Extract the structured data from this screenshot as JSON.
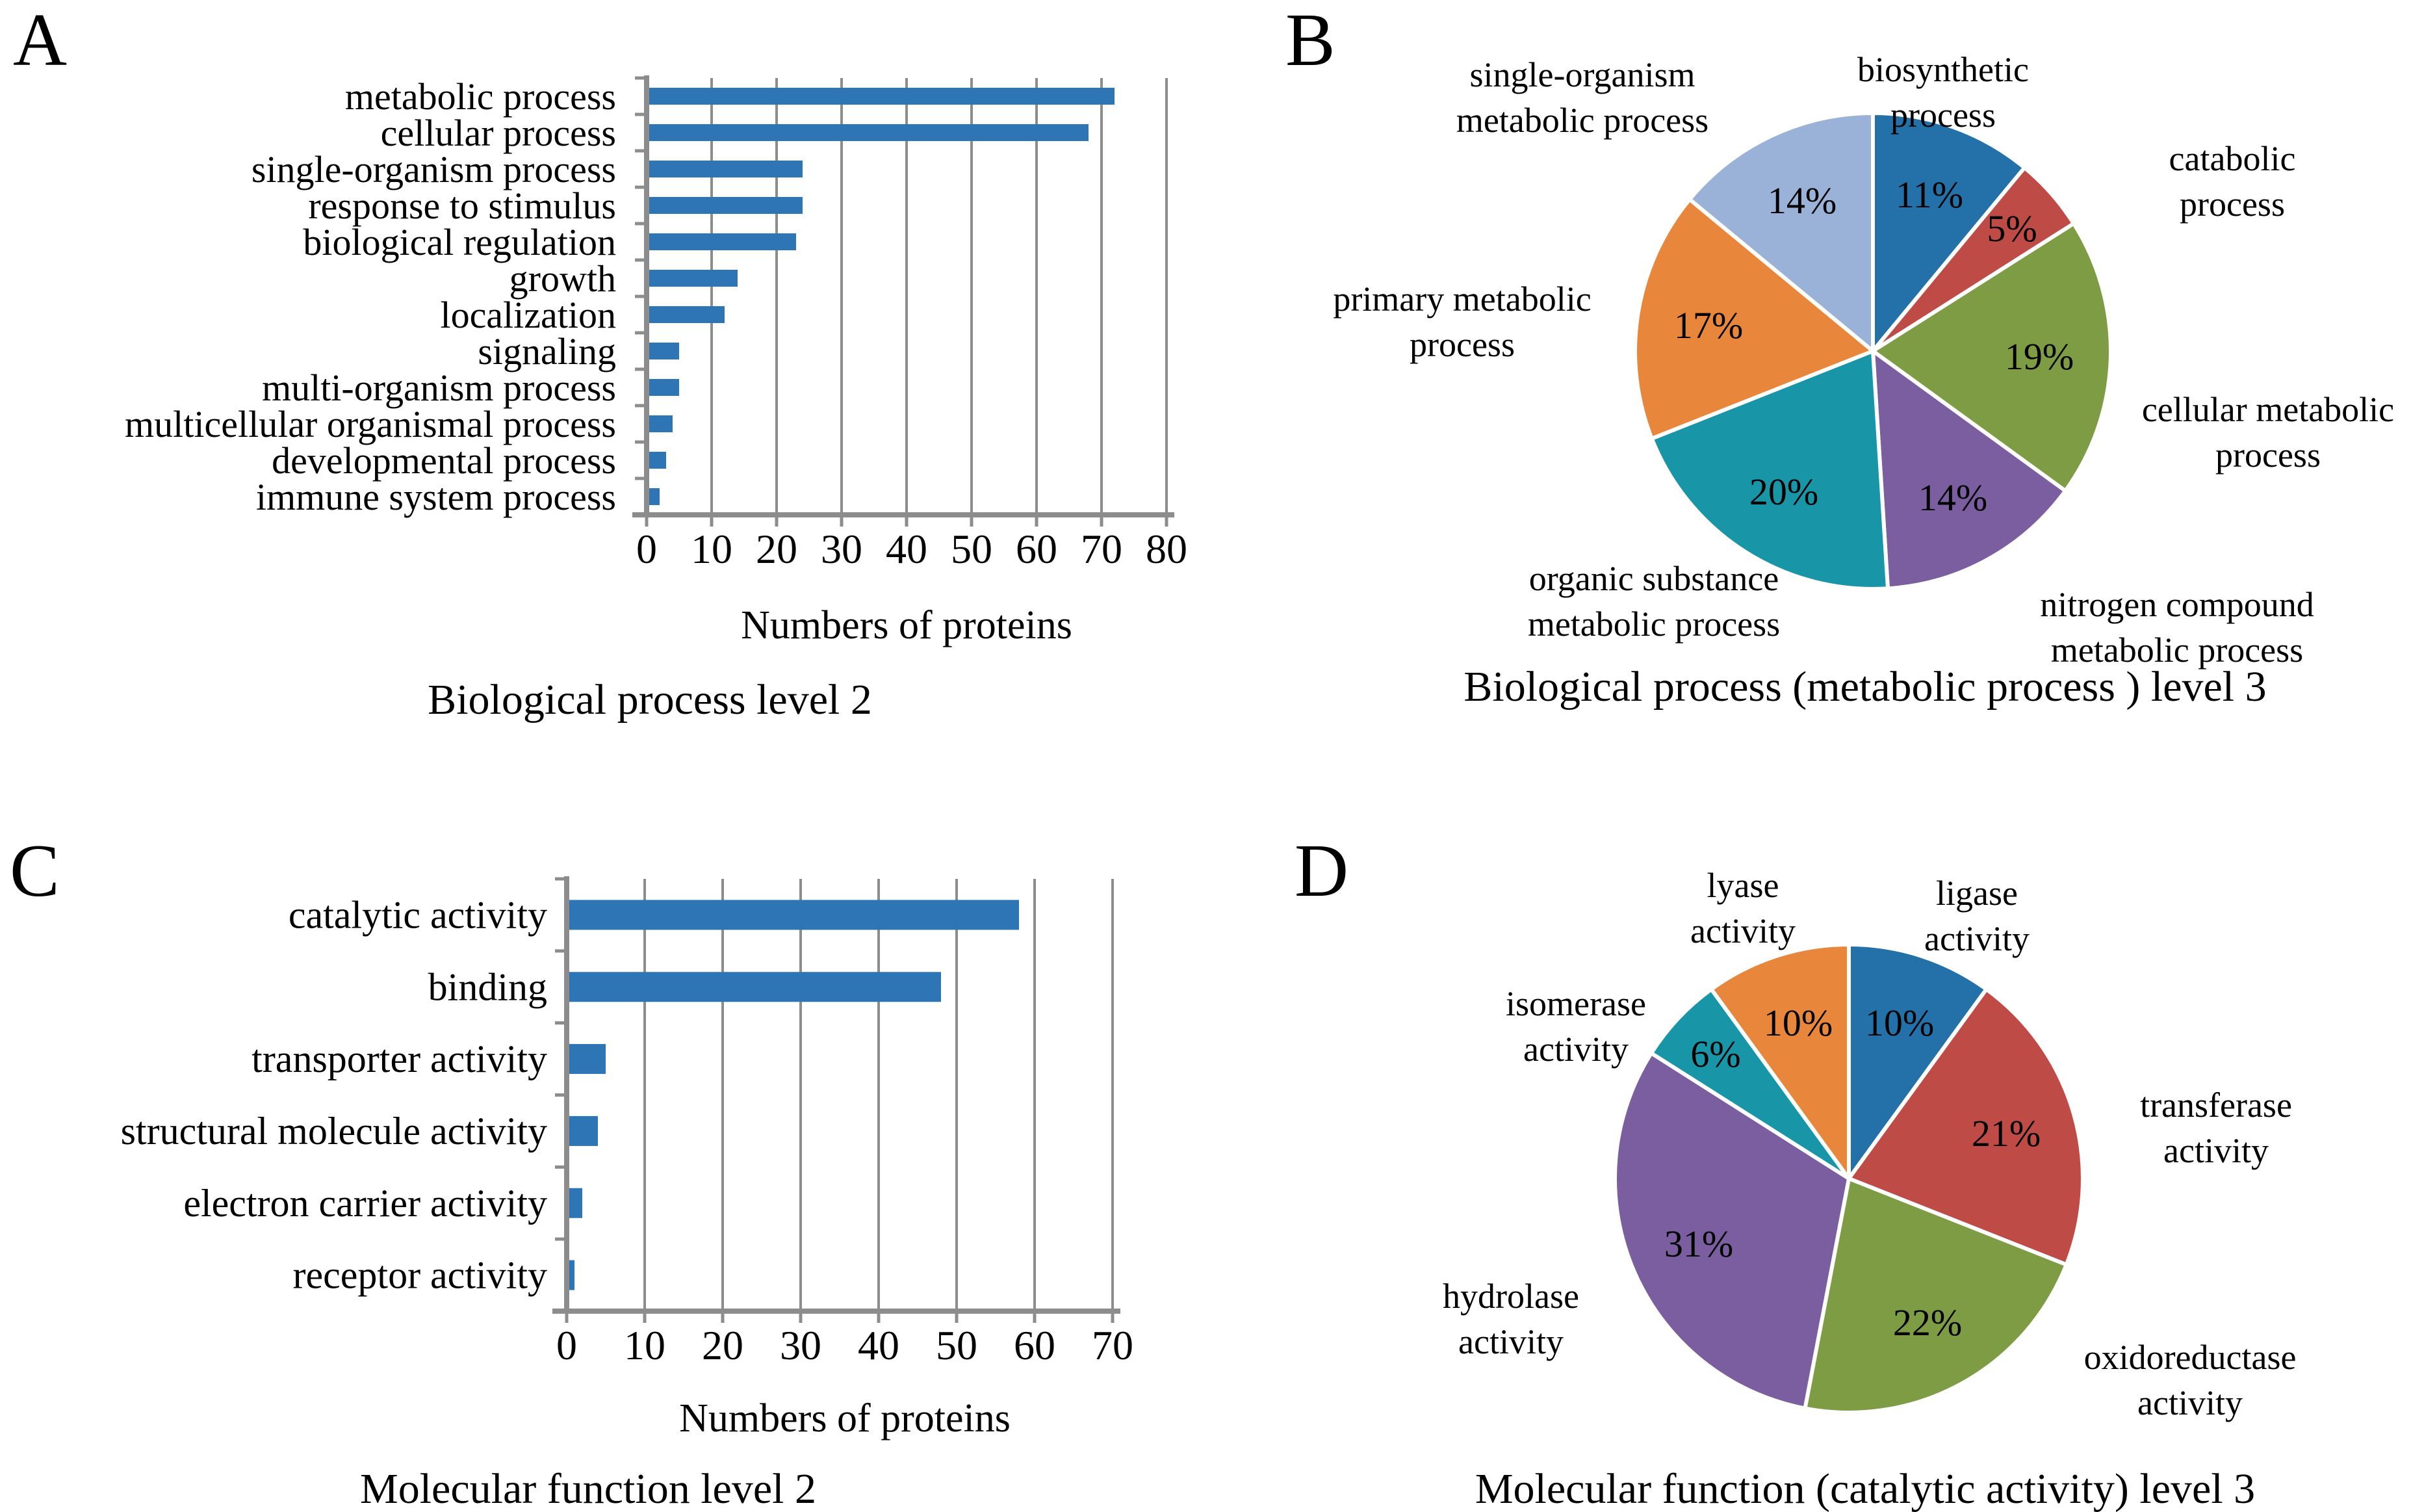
{
  "figure_background": "#FFFFFF",
  "grid_color": "#8C8C8C",
  "chart_data": [
    {
      "id": "A",
      "panel_letter": "A",
      "type": "bar",
      "orientation": "horizontal",
      "title": "Biological process level 2",
      "xlabel": "Numbers of proteins",
      "bar_color": "#2E75B6",
      "grid": true,
      "xlim": [
        0,
        80
      ],
      "xtick_step": 10,
      "xticks": [
        0,
        10,
        20,
        30,
        40,
        50,
        60,
        70,
        80
      ],
      "categories": [
        "metabolic process",
        "cellular process",
        "single-organism process",
        "response to stimulus",
        "biological regulation",
        "growth",
        "localization",
        "signaling",
        "multi-organism process",
        "multicellular organismal process",
        "developmental process",
        "immune system process"
      ],
      "values": [
        72,
        68,
        24,
        24,
        23,
        14,
        12,
        5,
        5,
        4,
        3,
        2
      ]
    },
    {
      "id": "B",
      "panel_letter": "B",
      "type": "pie",
      "title": "Biological process (metabolic process ) level 3",
      "start_angle_deg": 0,
      "direction": "clockwise",
      "value_suffix": "%",
      "slices": [
        {
          "label": "biosynthetic process",
          "label_lines": [
            "biosynthetic",
            "process"
          ],
          "value": 11,
          "color": "#2471A9"
        },
        {
          "label": "catabolic process",
          "label_lines": [
            "catabolic",
            "process"
          ],
          "value": 5,
          "color": "#BF4B47"
        },
        {
          "label": "cellular metabolic process",
          "label_lines": [
            "cellular metabolic",
            "process"
          ],
          "value": 19,
          "color": "#7D9C43"
        },
        {
          "label": "nitrogen compound metabolic process",
          "label_lines": [
            "nitrogen compound",
            "metabolic process"
          ],
          "value": 14,
          "color": "#7B5EA0"
        },
        {
          "label": "organic substance metabolic process",
          "label_lines": [
            "organic substance",
            "metabolic process"
          ],
          "value": 20,
          "color": "#1896A8"
        },
        {
          "label": "primary metabolic process",
          "label_lines": [
            "primary metabolic",
            "process"
          ],
          "value": 17,
          "color": "#E8873B"
        },
        {
          "label": "single-organism metabolic process",
          "label_lines": [
            "single-organism",
            "metabolic process"
          ],
          "value": 14,
          "color": "#9AB2D7"
        }
      ]
    },
    {
      "id": "C",
      "panel_letter": "C",
      "type": "bar",
      "orientation": "horizontal",
      "title": "Molecular function level 2",
      "xlabel": "Numbers of proteins",
      "bar_color": "#2E75B6",
      "grid": true,
      "xlim": [
        0,
        70
      ],
      "xtick_step": 10,
      "xticks": [
        0,
        10,
        20,
        30,
        40,
        50,
        60,
        70
      ],
      "categories": [
        "catalytic activity",
        "binding",
        "transporter activity",
        "structural molecule activity",
        "electron carrier activity",
        "receptor activity"
      ],
      "values": [
        58,
        48,
        5,
        4,
        2,
        1
      ]
    },
    {
      "id": "D",
      "panel_letter": "D",
      "type": "pie",
      "title": "Molecular function (catalytic activity) level 3",
      "start_angle_deg": 0,
      "direction": "clockwise",
      "value_suffix": "%",
      "slices": [
        {
          "label": "ligase activity",
          "label_lines": [
            "ligase",
            "activity"
          ],
          "value": 10,
          "color": "#2471A9"
        },
        {
          "label": "transferase activity",
          "label_lines": [
            "transferase",
            "activity"
          ],
          "value": 21,
          "color": "#BF4B47"
        },
        {
          "label": "oxidoreductase activity",
          "label_lines": [
            "oxidoreductase",
            "activity"
          ],
          "value": 22,
          "color": "#7D9C43"
        },
        {
          "label": "hydrolase activity",
          "label_lines": [
            "hydrolase",
            "activity"
          ],
          "value": 31,
          "color": "#7B5EA0"
        },
        {
          "label": "isomerase activity",
          "label_lines": [
            "isomerase",
            "activity"
          ],
          "value": 6,
          "color": "#1896A8"
        },
        {
          "label": "lyase activity",
          "label_lines": [
            "lyase",
            "activity"
          ],
          "value": 10,
          "color": "#E8873B"
        }
      ]
    }
  ]
}
